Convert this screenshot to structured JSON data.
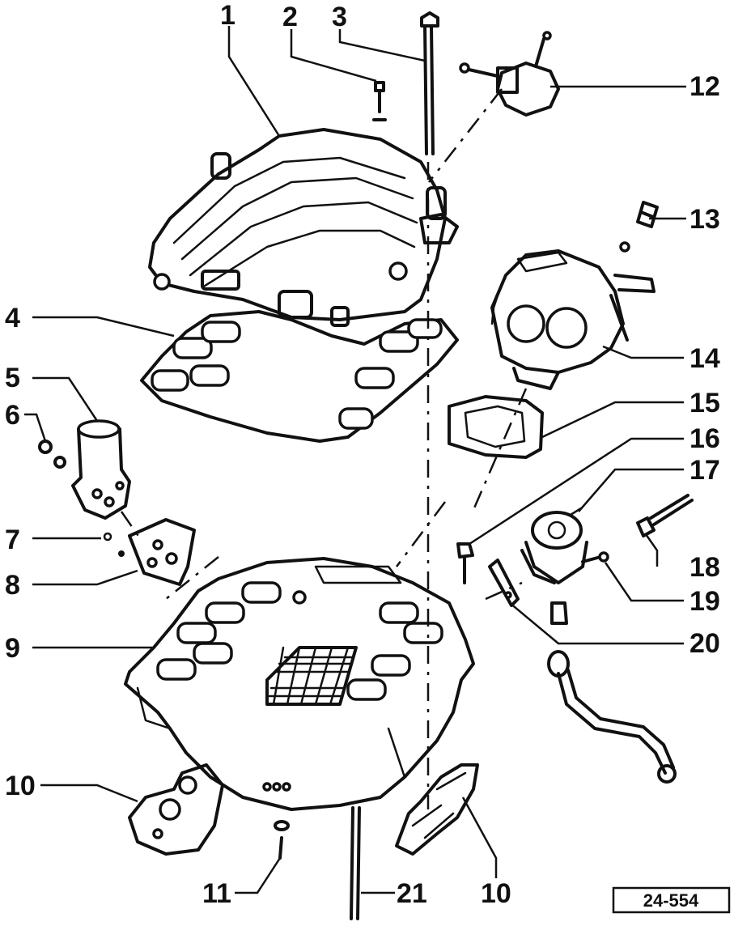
{
  "diagram": {
    "type": "exploded-parts-diagram",
    "reference_number": "24-554",
    "callouts": [
      {
        "id": "c1",
        "text": "1"
      },
      {
        "id": "c2",
        "text": "2"
      },
      {
        "id": "c3",
        "text": "3"
      },
      {
        "id": "c4",
        "text": "4"
      },
      {
        "id": "c5",
        "text": "5"
      },
      {
        "id": "c6",
        "text": "6"
      },
      {
        "id": "c7",
        "text": "7"
      },
      {
        "id": "c8",
        "text": "8"
      },
      {
        "id": "c9",
        "text": "9"
      },
      {
        "id": "c10a",
        "text": "10"
      },
      {
        "id": "c10b",
        "text": "10"
      },
      {
        "id": "c11",
        "text": "11"
      },
      {
        "id": "c12",
        "text": "12"
      },
      {
        "id": "c13",
        "text": "13"
      },
      {
        "id": "c14",
        "text": "14"
      },
      {
        "id": "c15",
        "text": "15"
      },
      {
        "id": "c16",
        "text": "16"
      },
      {
        "id": "c17",
        "text": "17"
      },
      {
        "id": "c18",
        "text": "18"
      },
      {
        "id": "c19",
        "text": "19"
      },
      {
        "id": "c20",
        "text": "20"
      },
      {
        "id": "c21",
        "text": "21"
      }
    ]
  }
}
